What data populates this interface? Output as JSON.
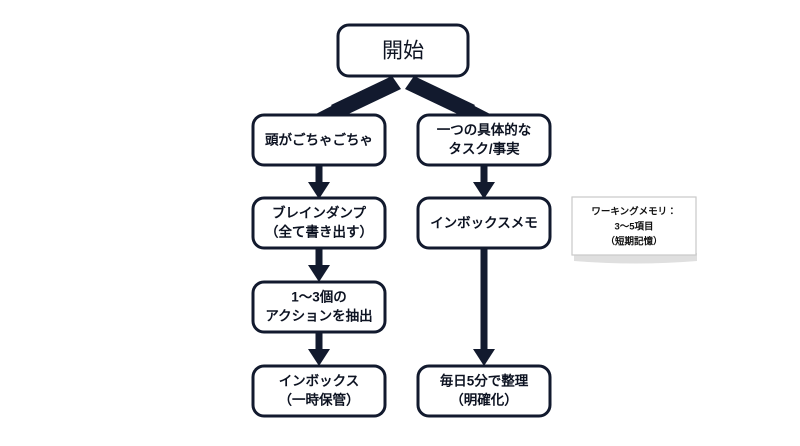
{
  "diagram": {
    "title": "開始",
    "background_color": "#ffffff",
    "node_border_color": "#121a2e",
    "node_fill_color": "#ffffff",
    "edge_color": "#121a2e",
    "note_border_color": "#c9c9c9",
    "nodes": {
      "start": {
        "label": "開始",
        "lines": [
          "開始"
        ]
      },
      "left_1": {
        "label": "頭がごちゃごちゃ",
        "lines": [
          "頭がごちゃごちゃ"
        ]
      },
      "left_2": {
        "label": "ブレインダンプ（全て書き出す）",
        "lines": [
          "ブレインダンプ",
          "（全て書き出す）"
        ]
      },
      "left_3": {
        "label": "1〜3個のアクションを抽出",
        "lines": [
          "1〜3個の",
          "アクションを抽出"
        ]
      },
      "left_4": {
        "label": "インボックス（一時保管）",
        "lines": [
          "インボックス",
          "（一時保管）"
        ]
      },
      "right_1": {
        "label": "一つの具体的なタスク/事実",
        "lines": [
          "一つの具体的な",
          "タスク/事実"
        ]
      },
      "right_2": {
        "label": "インボックスメモ",
        "lines": [
          "インボックスメモ"
        ]
      },
      "right_3": {
        "label": "毎日5分で整理（明確化）",
        "lines": [
          "毎日5分で整理",
          "（明確化）"
        ]
      }
    },
    "note": {
      "label": "ワーキングメモリ：3〜5項目（短期記憶）",
      "lines": [
        "ワーキングメモリ：",
        "3〜5項目",
        "（短期記憶）"
      ]
    },
    "edges": [
      {
        "name": "start-to-left-1",
        "from": "start",
        "to": "left_1",
        "style": "diagonal-arrow"
      },
      {
        "name": "start-to-right-1",
        "from": "start",
        "to": "right_1",
        "style": "diagonal-arrow"
      },
      {
        "name": "left-1-to-left-2",
        "from": "left_1",
        "to": "left_2",
        "style": "vertical-arrow"
      },
      {
        "name": "left-2-to-left-3",
        "from": "left_2",
        "to": "left_3",
        "style": "vertical-arrow"
      },
      {
        "name": "left-3-to-left-4",
        "from": "left_3",
        "to": "left_4",
        "style": "vertical-arrow"
      },
      {
        "name": "right-1-to-right-2",
        "from": "right_1",
        "to": "right_2",
        "style": "vertical-arrow"
      },
      {
        "name": "right-2-to-right-3",
        "from": "right_2",
        "to": "right_3",
        "style": "vertical-arrow-long"
      }
    ]
  }
}
